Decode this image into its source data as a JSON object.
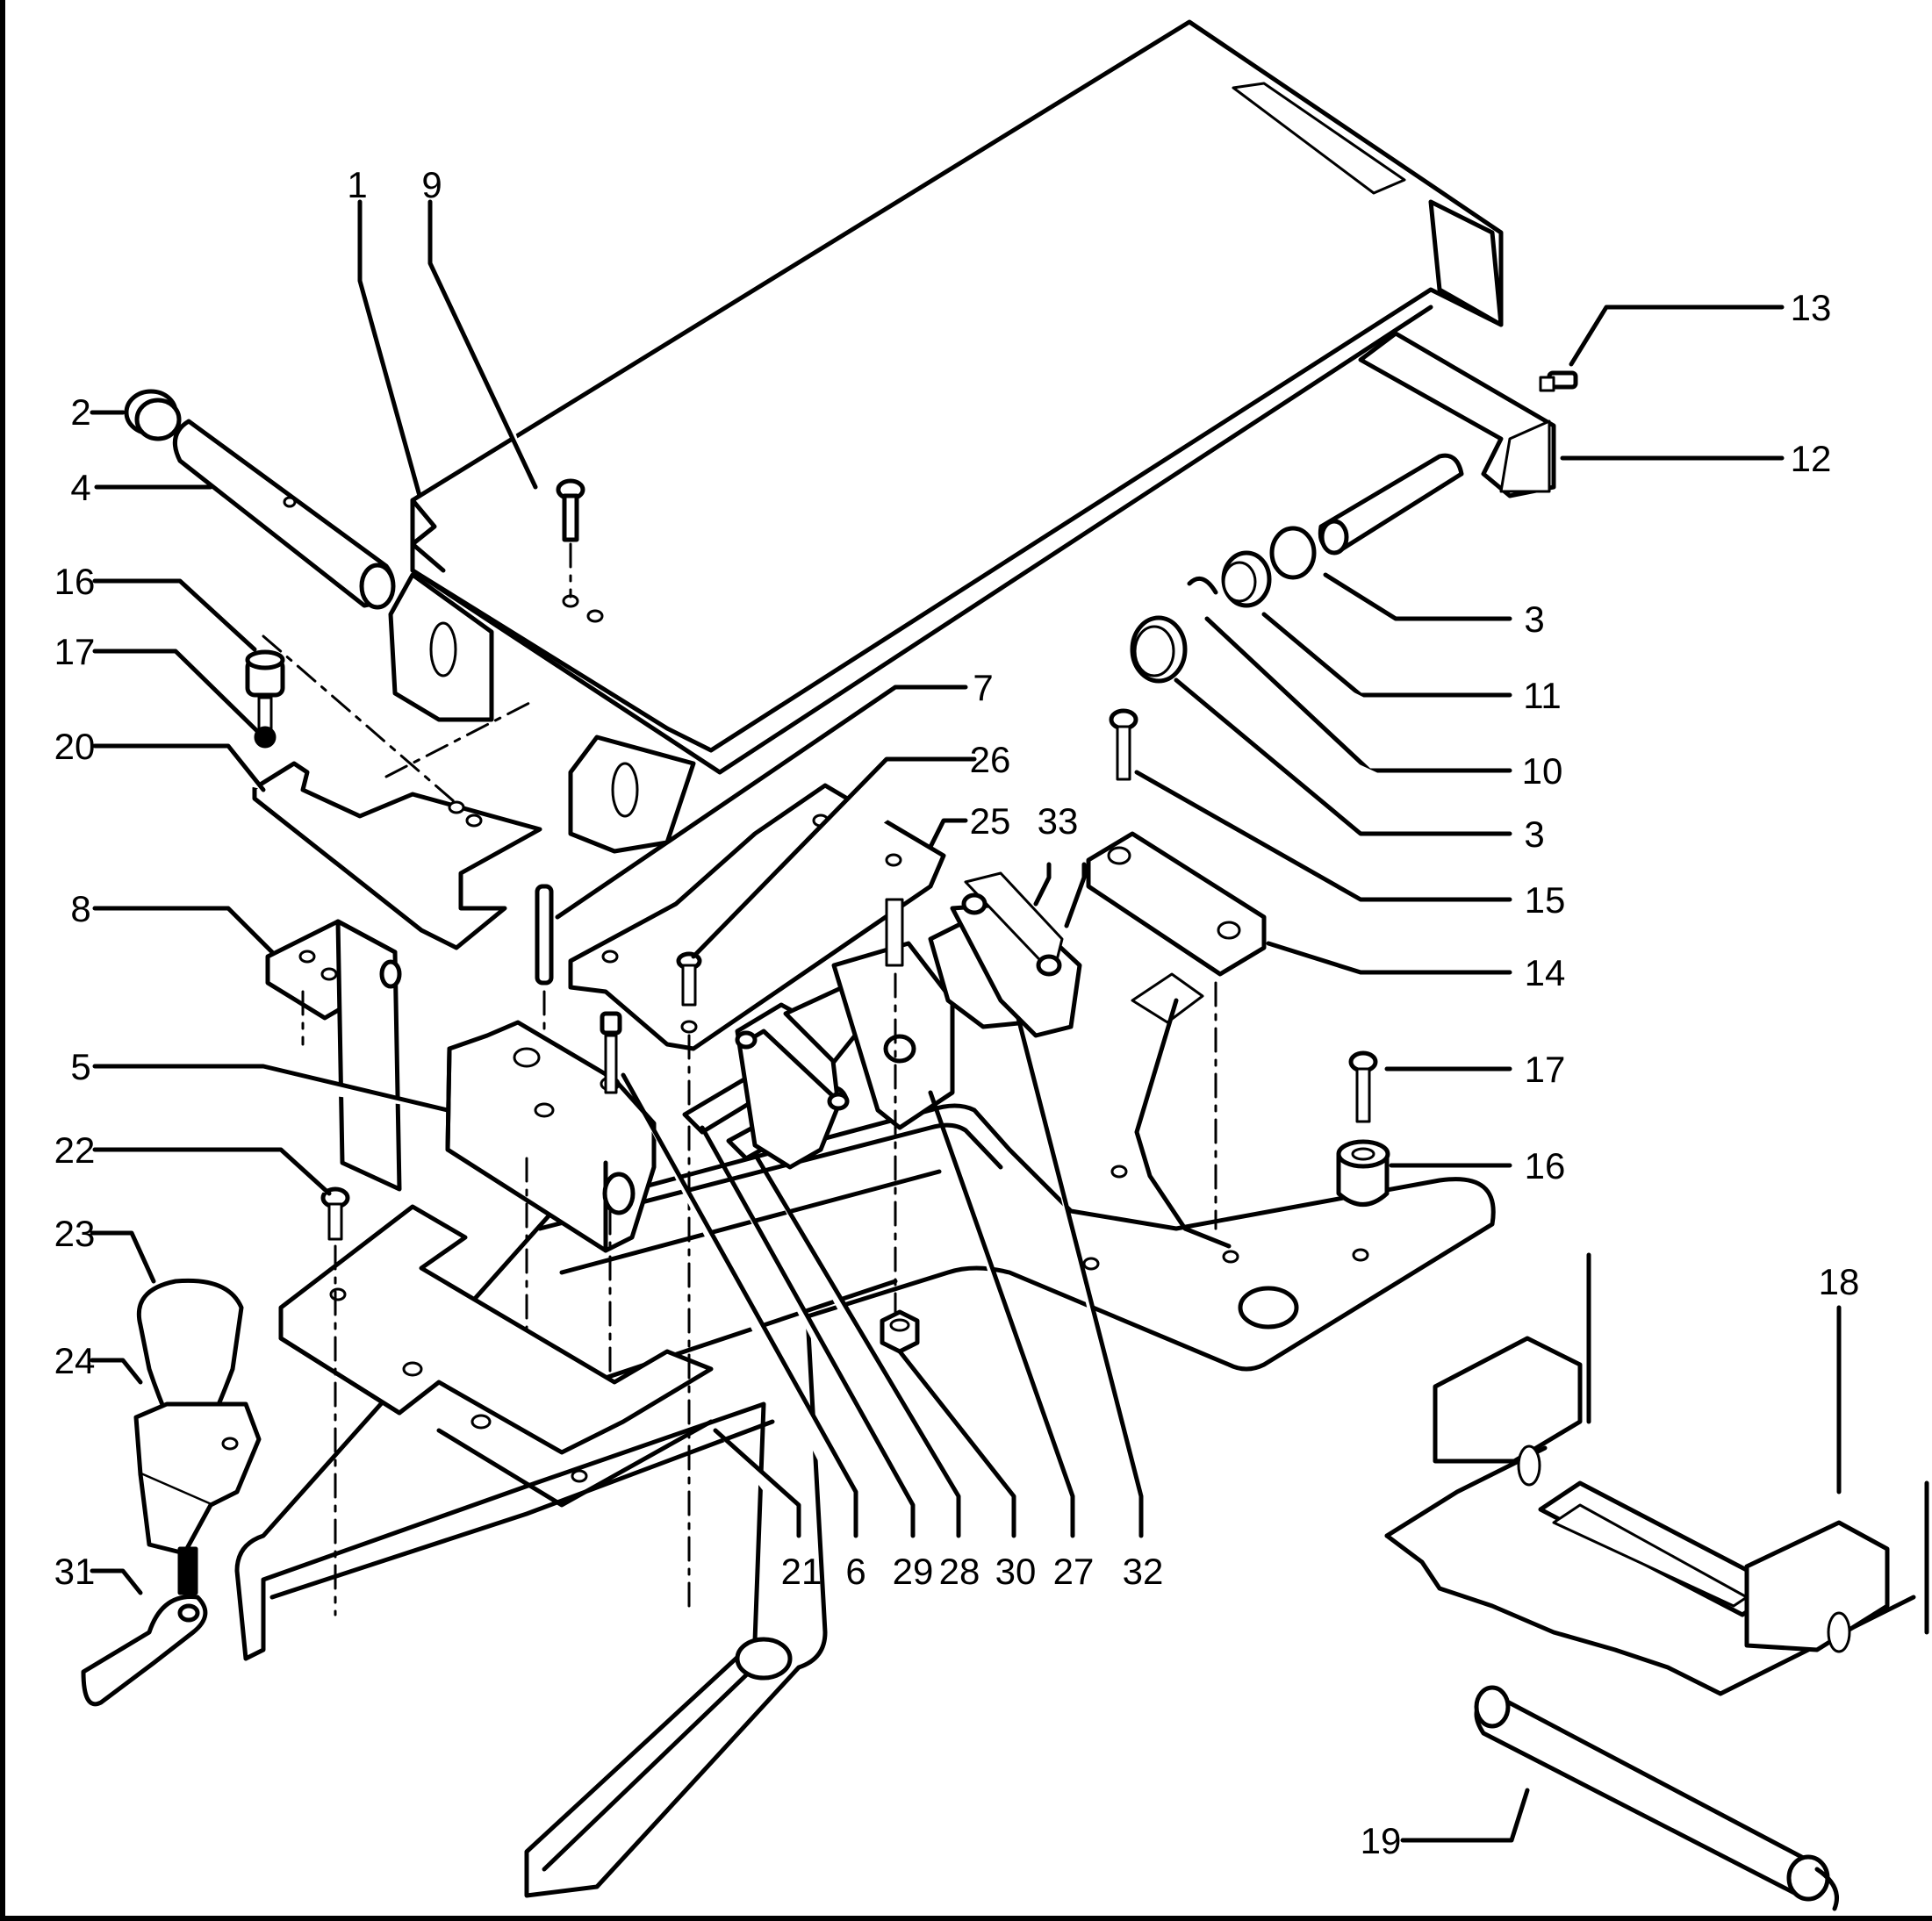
{
  "diagram": {
    "callouts": [
      {
        "id": "c1",
        "text": "1"
      },
      {
        "id": "c9",
        "text": "9"
      },
      {
        "id": "c2",
        "text": "2"
      },
      {
        "id": "c4",
        "text": "4"
      },
      {
        "id": "c16a",
        "text": "16"
      },
      {
        "id": "c17a",
        "text": "17"
      },
      {
        "id": "c20",
        "text": "20"
      },
      {
        "id": "c8",
        "text": "8"
      },
      {
        "id": "c5",
        "text": "5"
      },
      {
        "id": "c22",
        "text": "22"
      },
      {
        "id": "c23",
        "text": "23"
      },
      {
        "id": "c24",
        "text": "24"
      },
      {
        "id": "c31",
        "text": "31"
      },
      {
        "id": "c13",
        "text": "13"
      },
      {
        "id": "c12",
        "text": "12"
      },
      {
        "id": "c3a",
        "text": "3"
      },
      {
        "id": "c11",
        "text": "11"
      },
      {
        "id": "c10",
        "text": "10"
      },
      {
        "id": "c3b",
        "text": "3"
      },
      {
        "id": "c15",
        "text": "15"
      },
      {
        "id": "c14",
        "text": "14"
      },
      {
        "id": "c17b",
        "text": "17"
      },
      {
        "id": "c16b",
        "text": "16"
      },
      {
        "id": "c7",
        "text": "7"
      },
      {
        "id": "c26",
        "text": "26"
      },
      {
        "id": "c25",
        "text": "25"
      },
      {
        "id": "c33",
        "text": "33"
      },
      {
        "id": "c21",
        "text": "21"
      },
      {
        "id": "c6",
        "text": "6"
      },
      {
        "id": "c29",
        "text": "29"
      },
      {
        "id": "c28",
        "text": "28"
      },
      {
        "id": "c30",
        "text": "30"
      },
      {
        "id": "c27",
        "text": "27"
      },
      {
        "id": "c32",
        "text": "32"
      },
      {
        "id": "c18",
        "text": "18"
      },
      {
        "id": "c19",
        "text": "19"
      }
    ]
  }
}
